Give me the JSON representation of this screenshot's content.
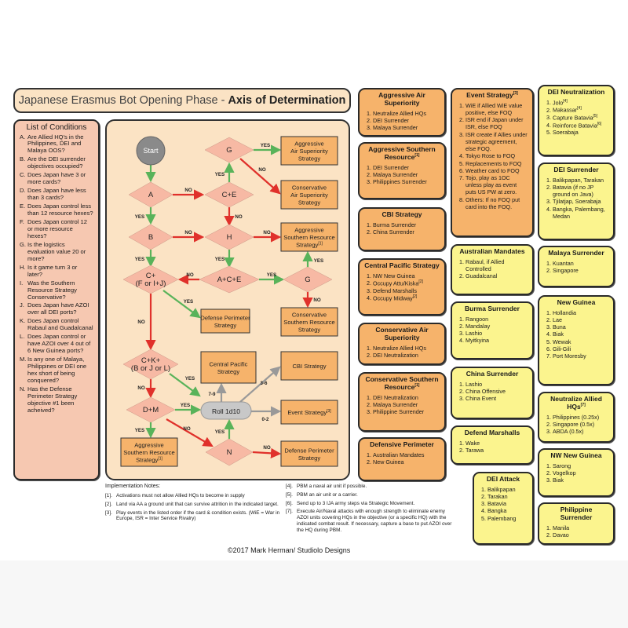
{
  "title": {
    "prefix": "Japanese Erasmus Bot Opening Phase - ",
    "bold": "Axis of Determination"
  },
  "conditions": {
    "heading": "List of Conditions",
    "items": [
      {
        "k": "A.",
        "t": "Are Allied HQ's in the Philippines, DEI and Malaya OOS?"
      },
      {
        "k": "B.",
        "t": "Are the DEI surrender objectives occupied?"
      },
      {
        "k": "C.",
        "t": "Does Japan have 3 or more cards?"
      },
      {
        "k": "D.",
        "t": "Does Japan have less than 3 cards?"
      },
      {
        "k": "E.",
        "t": "Does Japan control less than 12 resource hexes?"
      },
      {
        "k": "F.",
        "t": "Does Japan control 12 or more resource hexes?"
      },
      {
        "k": "G.",
        "t": "Is the logistics evaluation value 20 or more?"
      },
      {
        "k": "H.",
        "t": "Is it game turn 3 or later?"
      },
      {
        "k": "I.",
        "t": "Was the Southern Resource Strategy Conservative?"
      },
      {
        "k": "J.",
        "t": "Does Japan have AZOI over all DEI ports?"
      },
      {
        "k": "K.",
        "t": "Does Japan control Rabaul and Guadalcanal"
      },
      {
        "k": "L.",
        "t": "Does Japan control or have AZOI over 4 out of 6 New Guinea ports?"
      },
      {
        "k": "M.",
        "t": "Is any one of Malaya, Philippines or DEI one hex short of being conquered?"
      },
      {
        "k": "N.",
        "t": "Has the Defense Perimeter Strategy objective #1 been acheived?"
      }
    ]
  },
  "flow": {
    "start": "Start",
    "nodes": {
      "A": "A",
      "B": "B",
      "Cfij": [
        "C+",
        "(F or I+J)"
      ],
      "G1": "G",
      "CE": "C+E",
      "H": "H",
      "ACE": "A+C+E",
      "G2": "G",
      "CK": [
        "C+K+",
        "(B or J or L)"
      ],
      "DM": "D+M",
      "N": "N",
      "roll": "Roll 1d10"
    },
    "boxes": {
      "aggAir": [
        "Aggressive",
        "Air Superiority",
        "Strategy"
      ],
      "conAir": [
        "Conservative",
        "Air Superiority",
        "Strategy"
      ],
      "aggSouth": [
        "Aggressive",
        "Southern Resource",
        "Strategy[1]"
      ],
      "conSouth": [
        "Conservative",
        "Southern Resource",
        "Strategy"
      ],
      "defPer1": [
        "Defense Perimeter",
        "Strategy"
      ],
      "cenPac": [
        "Central Pacific",
        "Strategy"
      ],
      "cbi": [
        "CBI Strategy"
      ],
      "event": [
        "Event Strategy[3]"
      ],
      "aggSouth2": [
        "Aggressive",
        "Southern Resource",
        "Strategy[1]"
      ],
      "defPer2": [
        "Defense Perimeter",
        "Strategy"
      ]
    },
    "yes": "YES",
    "no": "NO",
    "rolls": {
      "r79": "7-9",
      "r36": "3-6",
      "r02": "0-2"
    }
  },
  "orange_cards": [
    {
      "title": "Aggressive Air Superiority",
      "items": [
        "Neutralize Allied HQs",
        "DEI Surrender",
        "Malaya Surrender"
      ]
    },
    {
      "title": "Aggressive Southern Resource[1]",
      "items": [
        "DEI Surrender",
        "Malaya Surrender",
        "Philippines Surrender"
      ]
    },
    {
      "title": "CBI Strategy",
      "items": [
        "Burma Surrender",
        "China Surrender"
      ]
    },
    {
      "title": "Central Pacific Strategy",
      "items": [
        "NW New Guinea",
        "Occupy Attu/Kiska[2]",
        "Defend Marshalls",
        "Occupy Midway[2]"
      ]
    },
    {
      "title": "Conservative Air Superiority",
      "items": [
        "Neutralize Allied HQs",
        "DEI Neutralization"
      ]
    },
    {
      "title": "Conservative Southern Resource[1]",
      "items": [
        "DEI Neutralization",
        "Malaya Surrender",
        "Philippine Surrender"
      ]
    },
    {
      "title": "Defensive Perimeter",
      "items": [
        "Australian Mandates",
        "New Guinea"
      ]
    }
  ],
  "event_card": {
    "title": "Event Strategy[3]",
    "items": [
      "WiE if Allied WiE value positive, else FOQ",
      "ISR end if Japan under ISR, else FOQ",
      "ISR create if Allies under strategic agreement, else FOQ.",
      "Tokyo Rose to FOQ",
      "Replacements to FOQ",
      "Weather card to FOQ",
      "Tojo, play as 1OC unless play as event puts US PW at zero.",
      "Others: If no FOQ put card into the FOQ."
    ]
  },
  "yellow_mid": [
    {
      "title": "Australian Mandates",
      "items": [
        "Rabaul, if Allied Controlled",
        "Guadalcanal"
      ]
    },
    {
      "title": "Burma Surrender",
      "items": [
        "Rangoon",
        "Mandalay",
        "Lashio",
        "Myitkyina"
      ]
    },
    {
      "title": "China Surrender",
      "items": [
        "Lashio",
        "China Offensive",
        "China Event"
      ]
    },
    {
      "title": "Defend Marshalls",
      "items": [
        "Wake",
        "Tarawa"
      ]
    },
    {
      "title": "DEI Attack",
      "items": [
        "Balikpapan",
        "Tarakan",
        "Batavia",
        "Bangka",
        "Palembang"
      ]
    }
  ],
  "yellow_right": [
    {
      "title": "DEI Neutralization",
      "items": [
        "Jolo[4]",
        "Makassar[4]",
        "Capture Batavia[5]",
        "Reinforce Batavia[6]",
        "Soerabaja"
      ]
    },
    {
      "title": "DEI Surrender",
      "items": [
        "Balikpapan, Tarakan",
        "Batavia (if no JP ground on Java)",
        "Tjilatjap, Soerabaja",
        "Bangka, Palembang, Medan"
      ]
    },
    {
      "title": "Malaya Surrender",
      "items": [
        "Kuantan",
        "Singapore"
      ]
    },
    {
      "title": "New Guinea",
      "items": [
        "Hollandia",
        "Lae",
        "Buna",
        "Biak",
        "Wewak",
        "Gili-Gili",
        "Port Moresby"
      ]
    },
    {
      "title": "Neutralize Allied HQs[7]",
      "items": [
        "Philippines (0.25x)",
        "Singapore (0.5x)",
        "ABDA (0.5x)"
      ]
    },
    {
      "title": "NW New Guinea",
      "items": [
        "Sarong",
        "Vogelkop",
        "Biak"
      ]
    },
    {
      "title": "Philippine Surrender",
      "items": [
        "Manila",
        "Davao"
      ]
    }
  ],
  "notes": {
    "heading": "Implementation Notes:",
    "left": [
      {
        "n": "[1].",
        "t": "Activations must not allow Allied HQs to become in supply"
      },
      {
        "n": "[2].",
        "t": "Land via AA a ground unit that can survive attrition in the indicated target."
      },
      {
        "n": "[3].",
        "t": "Play events in the listed order if the card & condition exists. (WiE = War in Europe, ISR = Inter Service Rivalry)"
      }
    ],
    "right": [
      {
        "n": "[4].",
        "t": "PBM a naval air unit if possible."
      },
      {
        "n": "[5].",
        "t": "PBM an air unit or a carrier."
      },
      {
        "n": "[6].",
        "t": "Send up to 3 IJA army steps via Strategic Movement."
      },
      {
        "n": "[7].",
        "t": "Execute Air/Naval attacks with enough strength to eliminate enemy AZOI units covering HQs in the objective (or a specific HQ) with the indicated combat result. If necessary, capture a base to put AZOI over the HQ during PBM."
      }
    ]
  },
  "footer": "©2017 Mark Herman/ Studiolo Designs",
  "colors": {
    "salmon": "#f6c8b1",
    "orange": "#f6b36b",
    "yellow": "#fbf48e",
    "diamond": "#f7b9a4",
    "arrow_green": "#59b35a",
    "arrow_red": "#e0312b"
  }
}
